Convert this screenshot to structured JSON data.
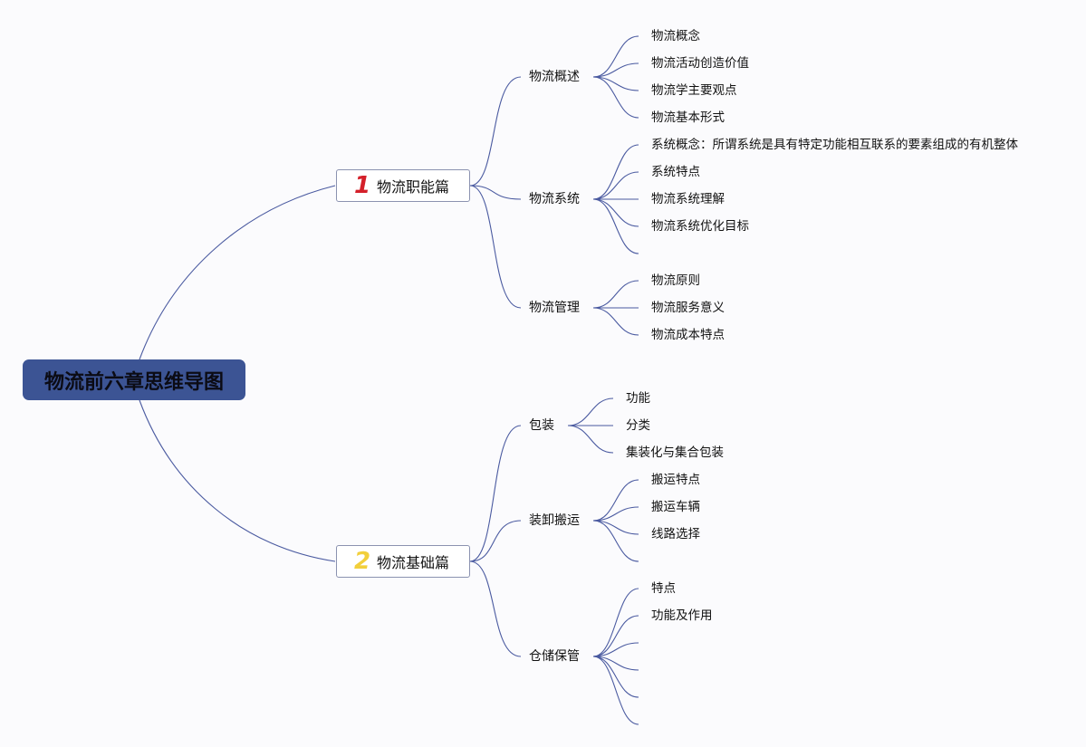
{
  "root": {
    "label": "物流前六章思维导图"
  },
  "branches": [
    {
      "number": "1",
      "label": "物流职能篇",
      "topics": [
        {
          "label": "物流概述",
          "children": [
            "物流概念",
            "物流活动创造价值",
            "物流学主要观点",
            "物流基本形式"
          ]
        },
        {
          "label": "物流系统",
          "children": [
            "系统概念：所谓系统是具有特定功能相互联系的要素组成的有机整体",
            "系统特点",
            "物流系统理解",
            "物流系统优化目标",
            ""
          ]
        },
        {
          "label": "物流管理",
          "children": [
            "物流原则",
            "物流服务意义",
            "物流成本特点"
          ]
        }
      ]
    },
    {
      "number": "2",
      "label": "物流基础篇",
      "topics": [
        {
          "label": "包装",
          "children": [
            "功能",
            "分类",
            "集装化与集合包装"
          ]
        },
        {
          "label": "装卸搬运",
          "children": [
            "搬运特点",
            "搬运车辆",
            "线路选择",
            ""
          ]
        },
        {
          "label": "仓储保管",
          "children": [
            "特点",
            "功能及作用",
            "",
            "",
            "",
            ""
          ]
        }
      ]
    }
  ],
  "colors": {
    "root_bg": "#3c5494",
    "line": "#4a5aa0",
    "number_1": "#d4202a",
    "number_2": "#f2cf3b"
  }
}
